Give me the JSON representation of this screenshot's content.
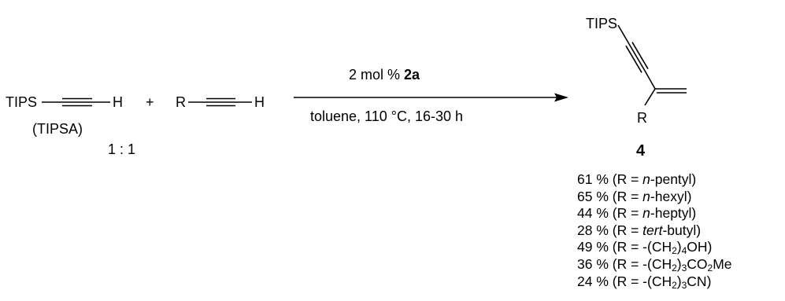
{
  "reagent1": {
    "group": "TIPS",
    "terminal": "H",
    "label": "(TIPSA)"
  },
  "plus": "+",
  "reagent2": {
    "group": "R",
    "terminal": "H"
  },
  "ratio": "1 : 1",
  "conditions": {
    "above_prefix": "2 mol % ",
    "catalyst": "2a",
    "below": "toluene, 110 °C, 16-30 h"
  },
  "product": {
    "group_top": "TIPS",
    "group_r": "R",
    "number": "4"
  },
  "yields": [
    {
      "pct": "61 %",
      "pre": " (R = ",
      "it": "n",
      "rest": "-pentyl)"
    },
    {
      "pct": "65 %",
      "pre": " (R = ",
      "it": "n",
      "rest": "-hexyl)"
    },
    {
      "pct": "44 %",
      "pre": " (R = ",
      "it": "n",
      "rest": "-heptyl)"
    },
    {
      "pct": "28 %",
      "pre": " (R = ",
      "it": "tert",
      "rest": "-butyl)"
    },
    {
      "pct": "49 %",
      "pre": " (R = -(CH",
      "sub1": "2",
      "mid": ")",
      "sub2": "4",
      "tail": "OH)"
    },
    {
      "pct": "36 %",
      "pre": " (R = -(CH",
      "sub1": "2",
      "mid": ")",
      "sub2": "3",
      "tail": "CO",
      "sub3": "2",
      "tail2": "Me"
    },
    {
      "pct": "24 %",
      "pre": " (R = -(CH",
      "sub1": "2",
      "mid": ")",
      "sub2": "3",
      "tail": "CN)"
    }
  ]
}
